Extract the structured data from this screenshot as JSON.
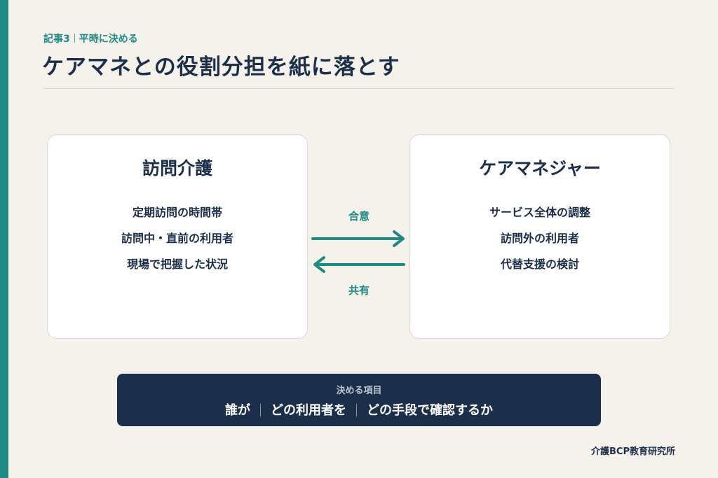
{
  "header": {
    "kicker_article": "記事3",
    "kicker_topic": "平時に決める",
    "title": "ケアマネとの役割分担を紙に落とす"
  },
  "left_card": {
    "title": "訪問介護",
    "items": [
      "定期訪問の時間帯",
      "訪問中・直前の利用者",
      "現場で把握した状況"
    ]
  },
  "right_card": {
    "title": "ケアマネジャー",
    "items": [
      "サービス全体の調整",
      "訪問外の利用者",
      "代替支援の検討"
    ]
  },
  "arrows": {
    "top_label": "合意",
    "bottom_label": "共有",
    "color": "#1d8a84"
  },
  "footer": {
    "label": "決める項目",
    "items": [
      "誰が",
      "どの利用者を",
      "どの手段で確認するか"
    ]
  },
  "brand": "介護BCP教育研究所",
  "colors": {
    "accent": "#1d8a84",
    "navy": "#1c2f4a",
    "background": "#f5f2ec"
  }
}
